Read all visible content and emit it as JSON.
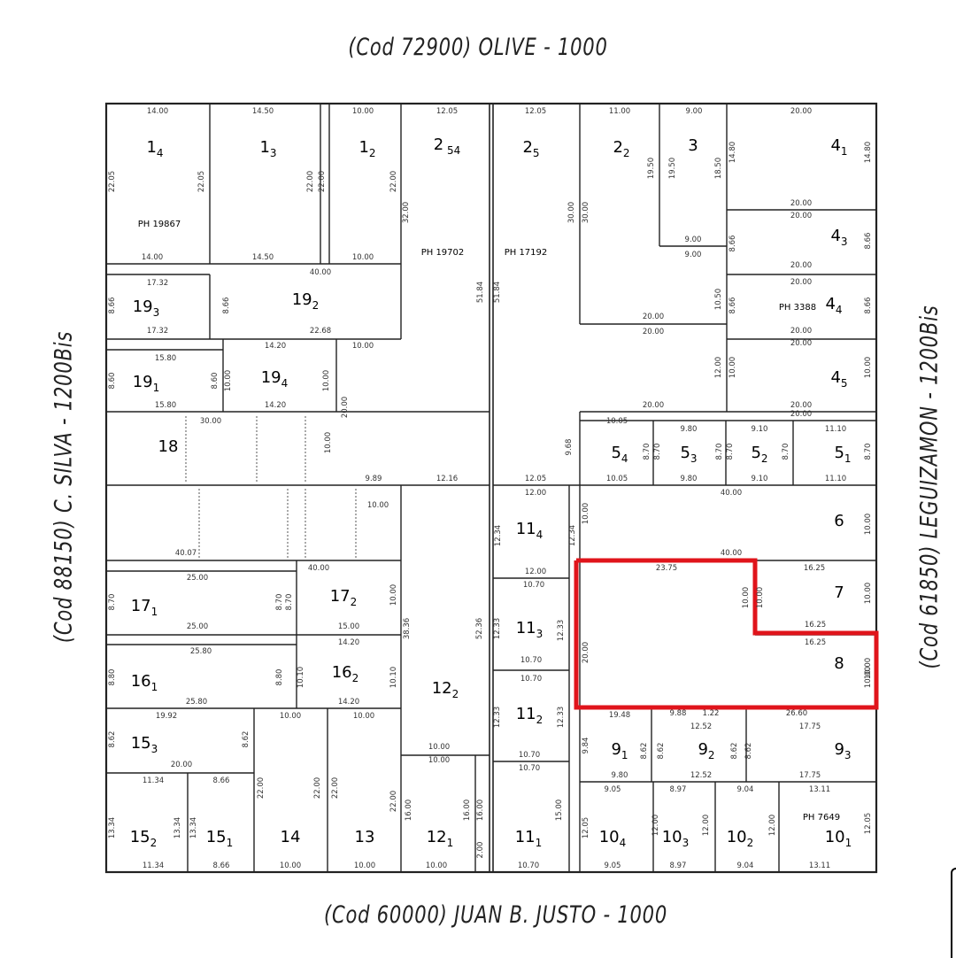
{
  "streets": {
    "top": "(Cod  72900)  OLIVE - 1000",
    "bottom": "(Cod  60000)  JUAN B. JUSTO - 1000",
    "left": "(Cod  88150)  C. SILVA - 1200Bis",
    "right": "(Cod  61850)  LEGUIZAMON - 1200Bis"
  },
  "highlight_color": "#e0141b",
  "parcels": [
    {
      "main": "1",
      "sub": "4"
    },
    {
      "main": "1",
      "sub": "3"
    },
    {
      "main": "1",
      "sub": "2"
    },
    {
      "main": "2",
      "sub": " 54"
    },
    {
      "main": "2",
      "sub": "5"
    },
    {
      "main": "2",
      "sub": "2"
    },
    {
      "main": "3",
      "sub": ""
    },
    {
      "main": "4",
      "sub": "1"
    },
    {
      "main": "4",
      "sub": "3"
    },
    {
      "main": "4",
      "sub": "4"
    },
    {
      "main": "4",
      "sub": "5"
    },
    {
      "main": "19",
      "sub": "3"
    },
    {
      "main": "19",
      "sub": "2"
    },
    {
      "main": "19",
      "sub": "1"
    },
    {
      "main": "19",
      "sub": "4"
    },
    {
      "main": "18",
      "sub": ""
    },
    {
      "main": "5",
      "sub": "4"
    },
    {
      "main": "5",
      "sub": "3"
    },
    {
      "main": "5",
      "sub": "2"
    },
    {
      "main": "5",
      "sub": "1"
    },
    {
      "main": "6",
      "sub": ""
    },
    {
      "main": "11",
      "sub": "4"
    },
    {
      "main": "17",
      "sub": "1"
    },
    {
      "main": "17",
      "sub": "2"
    },
    {
      "main": "7",
      "sub": ""
    },
    {
      "main": "11",
      "sub": "3"
    },
    {
      "main": "16",
      "sub": "1"
    },
    {
      "main": "16",
      "sub": "2"
    },
    {
      "main": "8",
      "sub": ""
    },
    {
      "main": "12",
      "sub": "2"
    },
    {
      "main": "11",
      "sub": "2"
    },
    {
      "main": "15",
      "sub": "3"
    },
    {
      "main": "9",
      "sub": "1"
    },
    {
      "main": "9",
      "sub": "2"
    },
    {
      "main": "9",
      "sub": "3"
    },
    {
      "main": "15",
      "sub": "2"
    },
    {
      "main": "15",
      "sub": "1"
    },
    {
      "main": "14",
      "sub": ""
    },
    {
      "main": "13",
      "sub": ""
    },
    {
      "main": "12",
      "sub": "1"
    },
    {
      "main": "11",
      "sub": "1"
    },
    {
      "main": "10",
      "sub": "4"
    },
    {
      "main": "10",
      "sub": "3"
    },
    {
      "main": "10",
      "sub": "2"
    },
    {
      "main": "10",
      "sub": "1"
    }
  ],
  "ph_labels": [
    "PH 19867",
    "PH 19702",
    "PH 17192",
    "PH 3388",
    "PH 7649"
  ],
  "dims_h": [
    "14.00",
    "14.50",
    "10.00",
    "12.05",
    "12.05",
    "11.00",
    "9.00",
    "20.00",
    "14.00",
    "14.50",
    "10.00",
    "20.00",
    "20.00",
    "17.32",
    "40.00",
    "9.00",
    "9.00",
    "20.00",
    "20.00",
    "17.32",
    "22.68",
    "20.00",
    "20.00",
    "20.00",
    "15.80",
    "14.20",
    "10.00",
    "20.00",
    "20.00",
    "15.80",
    "14.20",
    "20.00",
    "20.00",
    "30.00",
    "10.05",
    "9.80",
    "9.10",
    "11.10",
    "9.89",
    "12.16",
    "12.05",
    "10.05",
    "9.80",
    "9.10",
    "11.10",
    "12.00",
    "40.00",
    "10.00",
    "40.07",
    "40.00",
    "25.00",
    "40.00",
    "23.75",
    "16.25",
    "12.00",
    "10.70",
    "25.00",
    "15.00",
    "14.20",
    "25.80",
    "16.25",
    "16.25",
    "10.70",
    "10.70",
    "25.80",
    "14.20",
    "19.92",
    "10.00",
    "10.00",
    "19.48",
    "9.88",
    "1.22",
    "12.52",
    "26.60",
    "17.75",
    "10.00",
    "10.00",
    "10.70",
    "10.70",
    "20.00",
    "9.80",
    "12.52",
    "17.75",
    "11.34",
    "8.66",
    "9.05",
    "8.97",
    "9.04",
    "13.11",
    "11.34",
    "8.66",
    "10.00",
    "10.00",
    "10.00",
    "10.70",
    "9.05",
    "8.97",
    "9.04",
    "13.11"
  ],
  "dims_v": [
    "22.05",
    "22.05",
    "22.00",
    "22.00",
    "22.00",
    "32.00",
    "30.00",
    "30.00",
    "19.50",
    "19.50",
    "18.50",
    "14.80",
    "14.80",
    "8.66",
    "8.66",
    "10.50",
    "8.66",
    "8.66",
    "8.66",
    "8.66",
    "51.84",
    "51.84",
    "8.60",
    "8.60",
    "10.00",
    "10.00",
    "12.00",
    "10.00",
    "10.00",
    "20.00",
    "10.00",
    "9.68",
    "8.70",
    "8.70",
    "8.70",
    "8.70",
    "8.70",
    "8.70",
    "12.34",
    "12.34",
    "10.00",
    "10.00",
    "8.70",
    "8.70",
    "8.70",
    "10.00",
    "10.00",
    "10.00",
    "10.00",
    "38.36",
    "52.36",
    "12.33",
    "12.33",
    "20.00",
    "10.00",
    "8.80",
    "8.80",
    "10.10",
    "10.10",
    "10.00",
    "8.62",
    "8.62",
    "12.33",
    "12.33",
    "9.84",
    "8.62",
    "8.62",
    "8.62",
    "8.62",
    "22.00",
    "22.00",
    "22.00",
    "22.00",
    "16.00",
    "16.00",
    "16.00",
    "15.00",
    "13.34",
    "13.34",
    "13.34",
    "12.05",
    "12.00",
    "12.00",
    "12.00",
    "12.05",
    "2.00"
  ]
}
